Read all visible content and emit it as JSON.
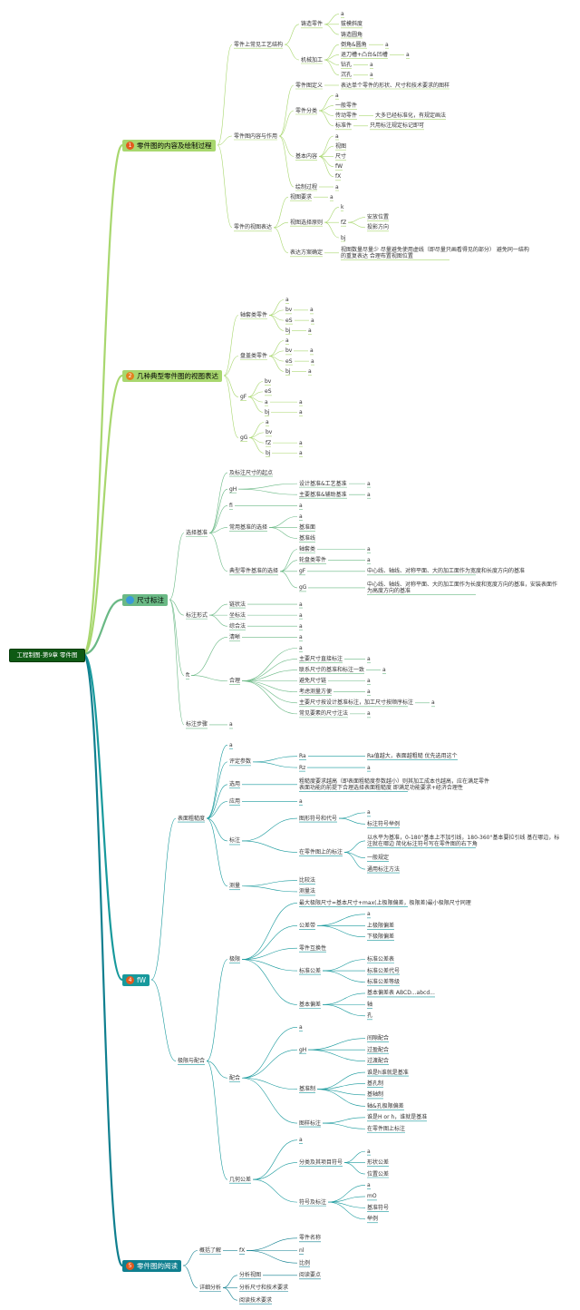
{
  "root": "工程制图-第9章 零件图",
  "topics": [
    {
      "id": "t1",
      "num": "1",
      "color": "#a8d76e",
      "badge_color": "#e35a1e",
      "label": "零件图的内容及绘制过程",
      "children": [
        {
          "label": "零件上常见工艺结构",
          "children": [
            {
              "label": "铸造零件",
              "children": [
                {
                  "label": "a"
                },
                {
                  "label": "拔模斜度"
                },
                {
                  "label": "铸造圆角"
                }
              ]
            },
            {
              "label": "机械加工",
              "children": [
                {
                  "label": "倒角&圆角",
                  "children": [
                    {
                      "label": "a"
                    }
                  ]
                },
                {
                  "label": "退刀槽+凸台&凹槽",
                  "children": [
                    {
                      "label": "a"
                    }
                  ]
                },
                {
                  "label": "钻孔",
                  "children": [
                    {
                      "label": "a"
                    }
                  ]
                },
                {
                  "label": "沉孔",
                  "children": [
                    {
                      "label": "a"
                    }
                  ]
                }
              ]
            }
          ]
        },
        {
          "label": "零件图内容与作用",
          "children": [
            {
              "label": "零件图定义",
              "children": [
                {
                  "label": "表达单个零件的形状、尺寸和技术要求的图样"
                }
              ]
            },
            {
              "label": "零件分类",
              "children": [
                {
                  "label": "a"
                },
                {
                  "label": "一般零件"
                },
                {
                  "label": "传动零件",
                  "children": [
                    {
                      "label": "大多已经标准化，有规定画法"
                    }
                  ]
                },
                {
                  "label": "标准件",
                  "children": [
                    {
                      "label": "只用标注规定标记即可"
                    }
                  ]
                }
              ]
            },
            {
              "label": "基本内容",
              "children": [
                {
                  "label": "a"
                },
                {
                  "label": "视图"
                },
                {
                  "label": "尺寸"
                },
                {
                  "label": "fW"
                },
                {
                  "label": "fX"
                }
              ]
            },
            {
              "label": "绘制过程",
              "children": [
                {
                  "label": "a"
                }
              ]
            }
          ]
        },
        {
          "label": "零件的视图表达",
          "children": [
            {
              "label": "视图要求",
              "children": [
                {
                  "label": "a"
                }
              ]
            },
            {
              "label": "视图选择原则",
              "children": [
                {
                  "label": "k"
                },
                {
                  "label": "fZ",
                  "children": [
                    {
                      "label": "安放位置"
                    },
                    {
                      "label": "投影方向"
                    }
                  ]
                },
                {
                  "label": "bj"
                }
              ]
            },
            {
              "label": "表达方案确定",
              "children": [
                {
                  "label": "视图数量尽量少 尽量避免使用虚线（即尽量只画看得见的部分） 避免同一结构的重复表达 合理布置视图位置"
                }
              ]
            }
          ]
        }
      ]
    },
    {
      "id": "t2",
      "num": "2",
      "color": "#a8d76e",
      "badge_color": "#e3801e",
      "label": "几种典型零件图的视图表达",
      "children": [
        {
          "label": "轴套类零件",
          "children": [
            {
              "label": "a"
            },
            {
              "label": "bv",
              "children": [
                {
                  "label": "a"
                }
              ]
            },
            {
              "label": "eS",
              "children": [
                {
                  "label": "a"
                }
              ]
            },
            {
              "label": "bj",
              "children": [
                {
                  "label": "a"
                }
              ]
            }
          ]
        },
        {
          "label": "盘盖类零件",
          "children": [
            {
              "label": "a"
            },
            {
              "label": "bv",
              "children": [
                {
                  "label": "a"
                }
              ]
            },
            {
              "label": "eS",
              "children": [
                {
                  "label": "a"
                }
              ]
            },
            {
              "label": "bj",
              "children": [
                {
                  "label": "a"
                }
              ]
            }
          ]
        },
        {
          "label": "gF",
          "children": [
            {
              "label": "bv"
            },
            {
              "label": "eS"
            },
            {
              "label": "a",
              "children": [
                {
                  "label": "a"
                }
              ]
            },
            {
              "label": "bj",
              "children": [
                {
                  "label": "a"
                }
              ]
            }
          ]
        },
        {
          "label": "gG",
          "children": [
            {
              "label": "a"
            },
            {
              "label": "bv"
            },
            {
              "label": "fZ",
              "children": [
                {
                  "label": "a"
                }
              ]
            },
            {
              "label": "bj",
              "children": [
                {
                  "label": "a"
                }
              ]
            }
          ]
        }
      ]
    },
    {
      "id": "t3",
      "num": "",
      "color": "#6ab985",
      "badge_color": "#3a9ad9",
      "label": "尺寸标注",
      "children": [
        {
          "label": "选择基准",
          "children": [
            {
              "label": "及标注尺寸的起点"
            },
            {
              "label": "gH",
              "children": [
                {
                  "label": "设计基准&工艺基准",
                  "children": [
                    {
                      "label": "a"
                    }
                  ]
                },
                {
                  "label": "主要基准&辅助基准",
                  "children": [
                    {
                      "label": "a"
                    }
                  ]
                }
              ]
            },
            {
              "label": "fi",
              "children": [
                {
                  "label": "a"
                }
              ]
            },
            {
              "label": "常用基准的选择",
              "children": [
                {
                  "label": "a"
                },
                {
                  "label": "基准面"
                },
                {
                  "label": "基准线"
                }
              ]
            },
            {
              "label": "典型零件基准的选择",
              "children": [
                {
                  "label": "轴套类",
                  "children": [
                    {
                      "label": "a"
                    }
                  ]
                },
                {
                  "label": "轮盘类零件",
                  "children": [
                    {
                      "label": "a"
                    }
                  ]
                },
                {
                  "label": "gF",
                  "children": [
                    {
                      "label": "中心线、轴线、对称平面、大的加工面作为宽度和长度方向的基准"
                    }
                  ]
                },
                {
                  "label": "gG",
                  "children": [
                    {
                      "label": "中心线、轴线、对称平面、大的加工面作为长度和宽度方向的基准，安装表面作为高度方向的基准"
                    }
                  ]
                }
              ]
            }
          ]
        },
        {
          "label": "标注形式",
          "children": [
            {
              "label": "链状法",
              "children": [
                {
                  "label": "a"
                }
              ]
            },
            {
              "label": "坐标法",
              "children": [
                {
                  "label": "a"
                }
              ]
            },
            {
              "label": "综合法",
              "children": [
                {
                  "label": "a"
                }
              ]
            }
          ]
        },
        {
          "label": "ft",
          "children": [
            {
              "label": "清晰",
              "children": [
                {
                  "label": "a"
                }
              ]
            },
            {
              "label": "合理",
              "children": [
                {
                  "label": "a"
                },
                {
                  "label": "主要尺寸直接标注",
                  "children": [
                    {
                      "label": "a"
                    }
                  ]
                },
                {
                  "label": "联系尺寸的基准和标注一致",
                  "children": [
                    {
                      "label": "a"
                    }
                  ]
                },
                {
                  "label": "避免尺寸链",
                  "children": [
                    {
                      "label": "a"
                    }
                  ]
                },
                {
                  "label": "考虑测量方便",
                  "children": [
                    {
                      "label": "a"
                    }
                  ]
                },
                {
                  "label": "主要尺寸按设计基准标注，加工尺寸按顺序标注",
                  "children": [
                    {
                      "label": "a"
                    }
                  ]
                },
                {
                  "label": "常见要素的尺寸注法",
                  "children": [
                    {
                      "label": "a"
                    }
                  ]
                }
              ]
            }
          ]
        },
        {
          "label": "标注步骤",
          "children": [
            {
              "label": "a"
            }
          ]
        }
      ]
    },
    {
      "id": "t4",
      "num": "4",
      "color": "#17999c",
      "badge_color": "#e35a1e",
      "label": "fW",
      "children": [
        {
          "label": "表面粗糙度",
          "children": [
            {
              "label": "a"
            },
            {
              "label": "评定参数",
              "children": [
                {
                  "label": "Ra",
                  "children": [
                    {
                      "label": "Ra值越大，表面越粗糙 优先选用这个"
                    }
                  ]
                },
                {
                  "label": "Rz",
                  "children": [
                    {
                      "label": "a"
                    }
                  ]
                }
              ]
            },
            {
              "label": "选用",
              "children": [
                {
                  "label": "粗糙度要求越高（即表面粗糙度参数越小）则其加工成本也越高，应在满足零件表面功能的前提下合理选择表面粗糙度 即满足功能要求+经济合理性"
                }
              ]
            },
            {
              "label": "应用",
              "children": [
                {
                  "label": "a"
                }
              ]
            },
            {
              "label": "标注",
              "children": [
                {
                  "label": "图形符号和代号",
                  "children": [
                    {
                      "label": "a"
                    },
                    {
                      "label": "标注符号举例"
                    }
                  ]
                },
                {
                  "label": "在零件图上的标注",
                  "children": [
                    {
                      "label": "以水平为基准，0-180°基本上不加引线，180-360°基本要拉引线 基在哪边，标注就在哪边 简化标注符号写在零件图的右下角"
                    },
                    {
                      "label": "一般规定"
                    },
                    {
                      "label": "通用标注方法"
                    }
                  ]
                }
              ]
            },
            {
              "label": "测量",
              "children": [
                {
                  "label": "比较法"
                },
                {
                  "label": "测量法"
                }
              ]
            }
          ]
        },
        {
          "label": "极限与配合",
          "children": [
            {
              "label": "极限",
              "children": [
                {
                  "label": "最大极限尺寸=基本尺寸+max(上极限偏差，极限差)最小极限尺寸同理"
                },
                {
                  "label": "公差带",
                  "children": [
                    {
                      "label": "a"
                    },
                    {
                      "label": "上极限偏差"
                    },
                    {
                      "label": "下极限偏差"
                    }
                  ]
                },
                {
                  "label": "零件互换性"
                },
                {
                  "label": "标准公差",
                  "children": [
                    {
                      "label": "标准公差表"
                    },
                    {
                      "label": "标准公差代号"
                    },
                    {
                      "label": "标准公差等级"
                    }
                  ]
                },
                {
                  "label": "基本偏差",
                  "children": [
                    {
                      "label": "基本偏差表 ABCD...abcd..."
                    },
                    {
                      "label": "轴"
                    },
                    {
                      "label": "孔"
                    }
                  ]
                }
              ]
            },
            {
              "label": "配合",
              "children": [
                {
                  "label": "a"
                },
                {
                  "label": "gH",
                  "children": [
                    {
                      "label": "间隙配合"
                    },
                    {
                      "label": "过盈配合"
                    },
                    {
                      "label": "过渡配合"
                    }
                  ]
                },
                {
                  "label": "基准制",
                  "children": [
                    {
                      "label": "谁是h谁就是基准"
                    },
                    {
                      "label": "基孔制"
                    },
                    {
                      "label": "基轴制"
                    },
                    {
                      "label": "轴&孔极限偏差"
                    }
                  ]
                },
                {
                  "label": "图样标注",
                  "children": [
                    {
                      "label": "谁是H or h，谁就是基准"
                    },
                    {
                      "label": "在零件图上标注"
                    }
                  ]
                }
              ]
            },
            {
              "label": "几何公差",
              "children": [
                {
                  "label": "a"
                },
                {
                  "label": "分类及其项目符号",
                  "children": [
                    {
                      "label": "a"
                    },
                    {
                      "label": "形状公差"
                    },
                    {
                      "label": "位置公差"
                    }
                  ]
                },
                {
                  "label": "符号及标注",
                  "children": [
                    {
                      "label": "a"
                    },
                    {
                      "label": "mO"
                    },
                    {
                      "label": "基准符号"
                    },
                    {
                      "label": "举例"
                    }
                  ]
                }
              ]
            }
          ]
        }
      ]
    },
    {
      "id": "t5",
      "num": "5",
      "color": "#0f7f8f",
      "badge_color": "#e35a1e",
      "label": "零件图的阅读",
      "children": [
        {
          "label": "概括了解",
          "children": [
            {
              "label": "fX",
              "children": [
                {
                  "label": "零件名称"
                },
                {
                  "label": "nl"
                },
                {
                  "label": "比例"
                }
              ]
            }
          ]
        },
        {
          "label": "详细分析",
          "children": [
            {
              "label": "分析视图",
              "children": [
                {
                  "label": "阅读要点"
                }
              ]
            },
            {
              "label": "分析尺寸和技术要求"
            },
            {
              "label": "阅读技术要求"
            }
          ]
        }
      ]
    }
  ]
}
